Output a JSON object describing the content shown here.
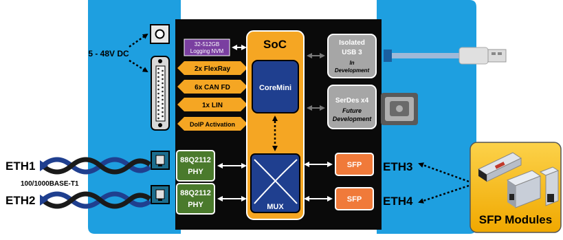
{
  "power": {
    "label": "5 - 48V DC"
  },
  "nvm": {
    "line1": "32-512GB",
    "line2": "Logging NVM"
  },
  "buses": [
    {
      "label": "2x FlexRay"
    },
    {
      "label": "6x CAN FD"
    },
    {
      "label": "1x LIN"
    },
    {
      "label": "DoIP Activation"
    }
  ],
  "soc": {
    "title": "SoC",
    "coremini": "CoreMini",
    "mux": "MUX"
  },
  "usb": {
    "line1": "Isolated",
    "line2": "USB 3",
    "line3": "In",
    "line4": "Development"
  },
  "serdes": {
    "line1": "SerDes x4",
    "line2": "Future",
    "line3": "Development"
  },
  "phys": [
    {
      "line1": "88Q2112",
      "line2": "PHY"
    },
    {
      "line1": "88Q2112",
      "line2": "PHY"
    }
  ],
  "sfps": [
    {
      "label": "SFP"
    },
    {
      "label": "SFP"
    }
  ],
  "eth": {
    "eth1": "ETH1",
    "eth2": "ETH2",
    "eth3": "ETH3",
    "eth4": "ETH4",
    "speed": "100/1000BASE-T1"
  },
  "sfp_modules": {
    "label": "SFP Modules"
  },
  "colors": {
    "enclosure_blue": "#1e9fe0",
    "board_black": "#0a0a0a",
    "soc_orange": "#f5a623",
    "coremini_blue": "#1f3f8f",
    "phy_green": "#4a7a2c",
    "sfp_orange": "#f07a3a",
    "nvm_purple": "#7a3fa0",
    "gray_box": "#a6a6a6",
    "module_yellow": "#f5b800"
  },
  "icons": [
    "dc-jack-icon",
    "db25-connector-icon",
    "usb-cable-icon",
    "serdes-connector-icon",
    "rj45-jack-icon",
    "sfp-module-icon"
  ]
}
